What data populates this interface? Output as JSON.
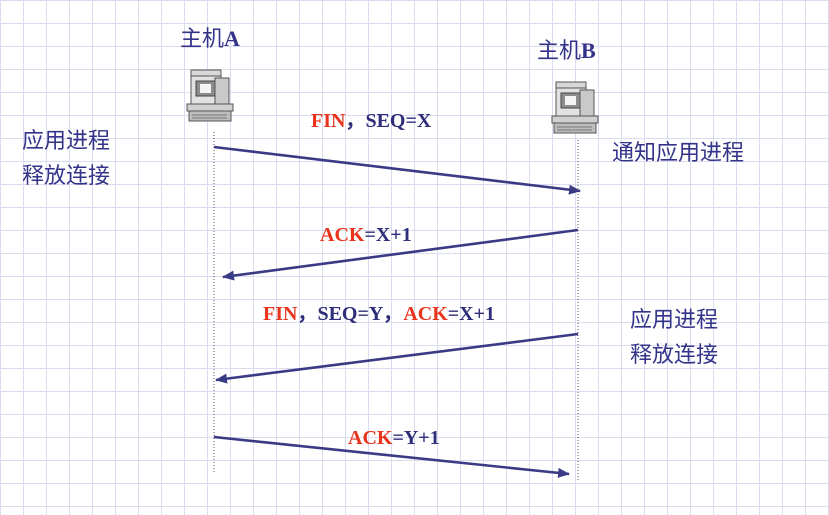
{
  "hosts": {
    "a": {
      "label_cn": "主机",
      "label_id": "A",
      "icon": "computer-icon"
    },
    "b": {
      "label_cn": "主机",
      "label_id": "B",
      "icon": "computer-icon"
    }
  },
  "notes": {
    "a_release": {
      "line1": "应用进程",
      "line2": "释放连接"
    },
    "b_notify": {
      "line1": "通知应用进程"
    },
    "b_release": {
      "line1": "应用进程",
      "line2": "释放连接"
    }
  },
  "messages": [
    {
      "direction": "A→B",
      "parts": [
        {
          "text": "FIN",
          "color": "red"
        },
        {
          "text": "，SEQ=X",
          "color": "blue"
        }
      ]
    },
    {
      "direction": "B→A",
      "parts": [
        {
          "text": "ACK",
          "color": "red"
        },
        {
          "text": "=X+1",
          "color": "blue"
        }
      ]
    },
    {
      "direction": "B→A",
      "parts": [
        {
          "text": "FIN",
          "color": "red"
        },
        {
          "text": "，SEQ=Y，",
          "color": "blue"
        },
        {
          "text": "ACK",
          "color": "red"
        },
        {
          "text": "=X+1",
          "color": "blue"
        }
      ]
    },
    {
      "direction": "A→B",
      "parts": [
        {
          "text": "ACK",
          "color": "red"
        },
        {
          "text": "=Y+1",
          "color": "blue"
        }
      ]
    }
  ],
  "colors": {
    "red": "#e8341c",
    "blue": "#2e2e7a",
    "arrow": "#3a3a85",
    "text": "#33338a"
  }
}
